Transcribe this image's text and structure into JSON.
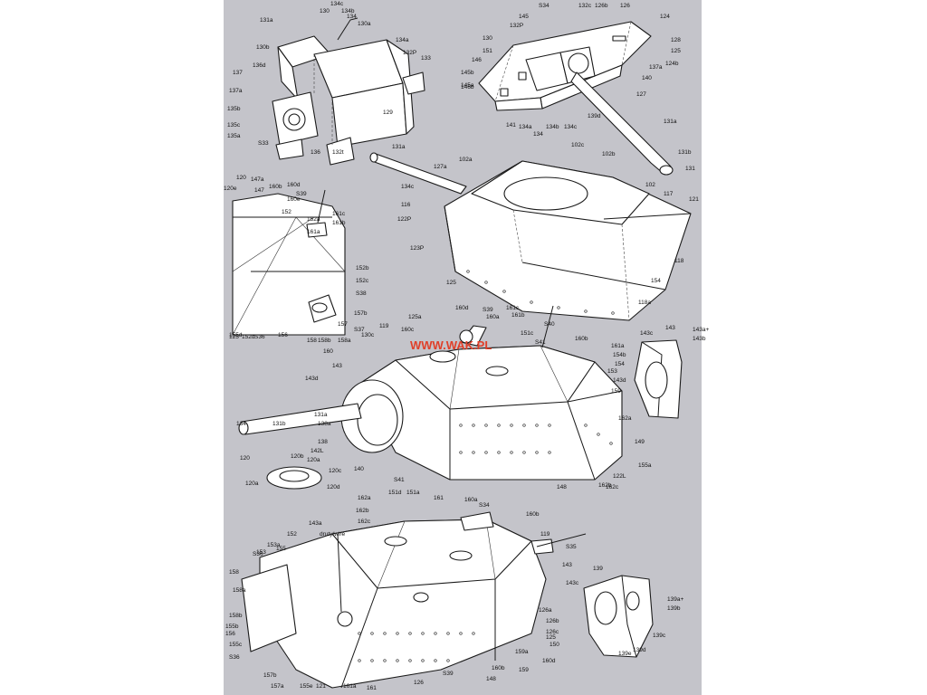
{
  "watermark": "WWW.WAK.PL",
  "background_color": "#c4c4ca",
  "groups": {
    "mantlet_assembly": {
      "labels": [
        "130",
        "134c",
        "134b",
        "134",
        "130a",
        "131a",
        "134a",
        "132P",
        "133",
        "130b",
        "136d",
        "137",
        "137a",
        "135b",
        "135c",
        "135a",
        "S33",
        "136",
        "132t",
        "129"
      ]
    },
    "gun_mantlet_detail": {
      "labels": [
        "S34",
        "132c",
        "126b",
        "126",
        "124",
        "145",
        "132P",
        "128",
        "130",
        "125",
        "151",
        "146",
        "145b",
        "145a",
        "146b",
        "137a",
        "124b",
        "140",
        "127",
        "141",
        "134a",
        "134",
        "134b",
        "134c",
        "139d",
        "131a",
        "131b",
        "131"
      ]
    },
    "turret_top": {
      "labels": [
        "131a",
        "102a",
        "102c",
        "102b",
        "127a",
        "102",
        "117",
        "121",
        "134c",
        "116",
        "122P",
        "123P",
        "125",
        "118",
        "154",
        "118a"
      ]
    },
    "rear_deck_detail": {
      "labels": [
        "120",
        "147a",
        "147",
        "160b",
        "160d",
        "120e",
        "S39",
        "160e",
        "152",
        "161c",
        "152a",
        "161b",
        "161a",
        "152b",
        "152c",
        "S38",
        "S37",
        "157b",
        "157",
        "158a",
        "158b",
        "158",
        "156",
        "S36",
        "152d",
        "125",
        "155d"
      ]
    },
    "hull_assembly": {
      "labels": [
        "160d",
        "S39",
        "160a",
        "161c",
        "161b",
        "S40",
        "151c",
        "S41",
        "119",
        "125a",
        "160c",
        "160b",
        "130c",
        "161a",
        "154b",
        "154",
        "153",
        "143d",
        "160",
        "143",
        "143d",
        "134",
        "131b",
        "131a",
        "138a",
        "138",
        "142L",
        "159",
        "162a",
        "149",
        "155a",
        "122L",
        "148",
        "162b",
        "162c",
        "140"
      ]
    },
    "side_panel_detail": {
      "labels": [
        "143",
        "143c",
        "143a+",
        "143b"
      ]
    },
    "cupola_ring": {
      "labels": [
        "120",
        "120b",
        "120a",
        "120c",
        "120a",
        "120d"
      ]
    },
    "lower_hull": {
      "labels": [
        "S41",
        "151d",
        "151a",
        "162a",
        "162b",
        "162c",
        "161",
        "160a",
        "S34",
        "160b",
        "119",
        "S35",
        "143",
        "143c",
        "143a",
        "druty/wire",
        "152",
        "153a",
        "155",
        "153",
        "S36",
        "158",
        "158a",
        "158b",
        "155b",
        "156",
        "155c",
        "S36",
        "157b",
        "157a",
        "155e",
        "121",
        "161a",
        "161",
        "126",
        "126a",
        "126b",
        "126c",
        "125",
        "159",
        "159a",
        "S39",
        "160b",
        "160d",
        "148",
        "150"
      ]
    },
    "rear_plate_detail": {
      "labels": [
        "139",
        "139a+",
        "139b",
        "139c",
        "139d",
        "139e"
      ]
    }
  }
}
